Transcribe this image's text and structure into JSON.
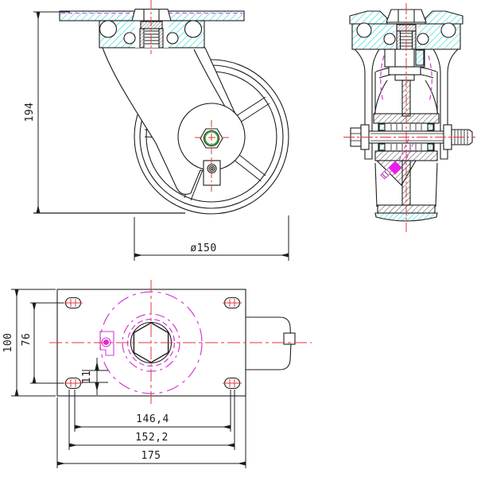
{
  "drawing": {
    "type": "technical-cad-drawing",
    "subject": "swivel caster wheel, three orthographic views",
    "dimensions": {
      "overall_height": "194",
      "wheel_diameter": "ø150",
      "plate_depth": "100",
      "hole_spacing_depth": "76",
      "slot_offset": "11",
      "hole_spacing_inner": "146,4",
      "hole_spacing_outer": "152,2",
      "plate_width": "175"
    },
    "colors": {
      "line": "#1c1c1c",
      "centerline_red": "#e03a3a",
      "hidden_magenta": "#d63ad6",
      "fitting_magenta": "#f018f0",
      "thread_green": "#27b027",
      "section_cyan": "#3fdcdc"
    }
  }
}
